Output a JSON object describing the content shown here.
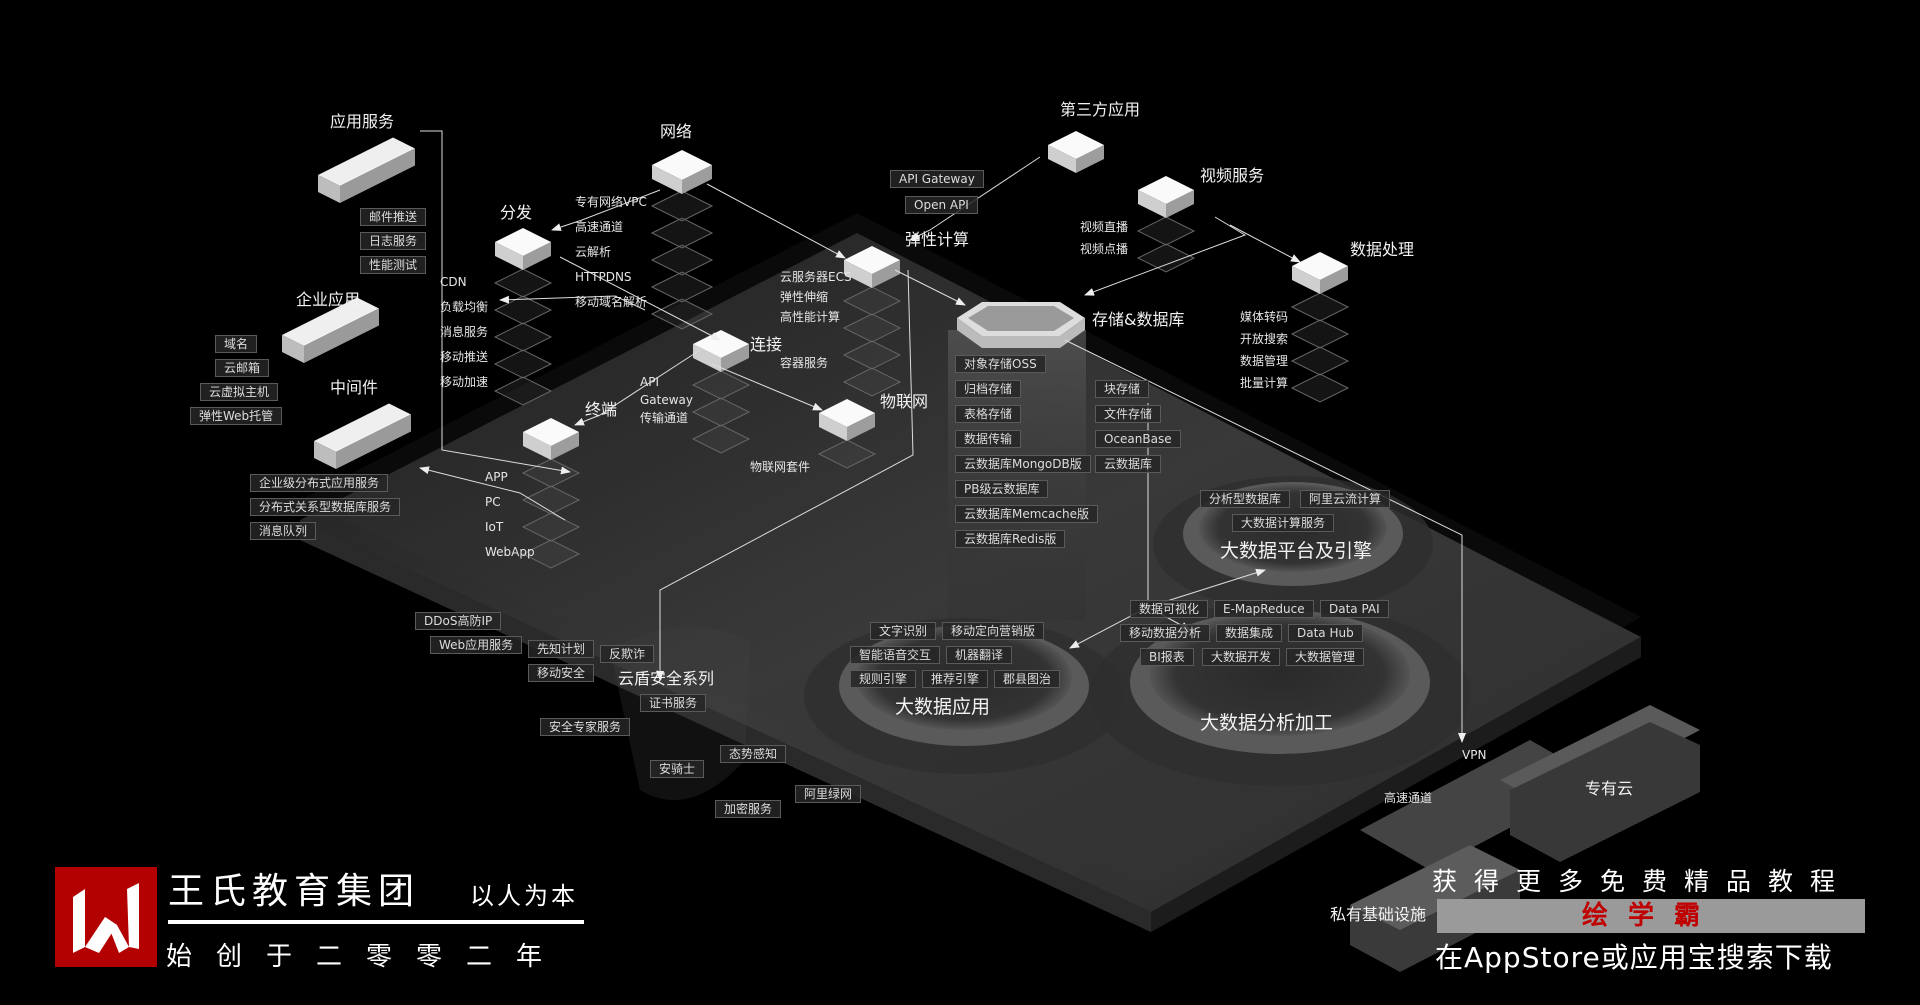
{
  "services": {
    "app_service": {
      "title": "应用服务",
      "items": [
        "邮件推送",
        "日志服务",
        "性能测试"
      ]
    },
    "enterprise_app": {
      "title": "企业应用",
      "items": [
        "域名",
        "云邮箱",
        "云虚拟主机",
        "弹性Web托管"
      ]
    },
    "middleware": {
      "title": "中间件",
      "items": [
        "企业级分布式应用服务",
        "分布式关系型数据库服务",
        "消息队列"
      ]
    },
    "distribution": {
      "title": "分发",
      "items": [
        "CDN",
        "负载均衡",
        "消息服务",
        "移动推送",
        "移动加速"
      ]
    },
    "network": {
      "title": "网络",
      "items": [
        "专有网络VPC",
        "高速通道",
        "云解析",
        "HTTPDNS",
        "移动域名解析"
      ]
    },
    "terminal": {
      "title": "终端",
      "items": [
        "APP",
        "PC",
        "IoT",
        "WebApp"
      ]
    },
    "connect": {
      "title": "连接",
      "items": [
        "API",
        "Gateway",
        "传输通道"
      ]
    },
    "compute": {
      "title": "弹性计算",
      "items": [
        "云服务器ECS",
        "弹性伸缩",
        "高性能计算",
        "容器服务"
      ]
    },
    "iot": {
      "title": "物联网",
      "items": [
        "物联网套件"
      ]
    },
    "third_party": {
      "title": "第三方应用",
      "items": [
        "API Gateway",
        "Open API"
      ]
    },
    "video": {
      "title": "视频服务",
      "items": [
        "视频直播",
        "视频点播"
      ]
    },
    "data_processing": {
      "title": "数据处理",
      "items": [
        "媒体转码",
        "开放搜索",
        "数据管理",
        "批量计算"
      ]
    },
    "storage": {
      "title": "存储&数据库",
      "left": [
        "对象存储OSS",
        "归档存储",
        "表格存储",
        "数据传输",
        "云数据库MongoDB版",
        "PB级云数据库",
        "云数据库Memcache版",
        "云数据库Redis版"
      ],
      "right": [
        "块存储",
        "文件存储",
        "OceanBase",
        "云数据库"
      ]
    },
    "bigdata_platform": {
      "title": "大数据平台及引擎",
      "items": [
        "阿里云流计算",
        "分析型数据库",
        "大数据计算服务"
      ]
    },
    "bigdata_app": {
      "title": "大数据应用",
      "items": [
        "文字识别",
        "移动定向营销版",
        "智能语音交互",
        "机器翻译",
        "规则引擎",
        "推荐引擎",
        "郡县图治"
      ]
    },
    "bigdata_analysis": {
      "title": "大数据分析加工",
      "items": [
        "数据可视化",
        "Data PAI",
        "E-MapReduce",
        "Data Hub",
        "数据集成",
        "大数据管理",
        "移动数据分析",
        "BI报表",
        "大数据开发"
      ]
    },
    "security": {
      "title": "云盾安全系列",
      "items": [
        "DDoS高防IP",
        "Web应用服务",
        "先知计划",
        "移动安全",
        "反欺诈",
        "证书服务",
        "安全专家服务",
        "态势感知",
        "安骑士",
        "阿里绿网",
        "加密服务"
      ]
    },
    "hybrid": {
      "items": [
        "高速通道",
        "VPN"
      ],
      "private": "私有基础设施",
      "dedicated": "专有云"
    }
  },
  "brand": {
    "name": "王氏教育集团",
    "motto": "以人为本",
    "since": "始创于二零零二年",
    "logo_letter": "W",
    "color": "#b30000"
  },
  "promo": {
    "line1": "获得更多免费精品教程",
    "app_name": "绘学霸",
    "line3": "在AppStore或应用宝搜索下载",
    "accent": "#c00000"
  }
}
